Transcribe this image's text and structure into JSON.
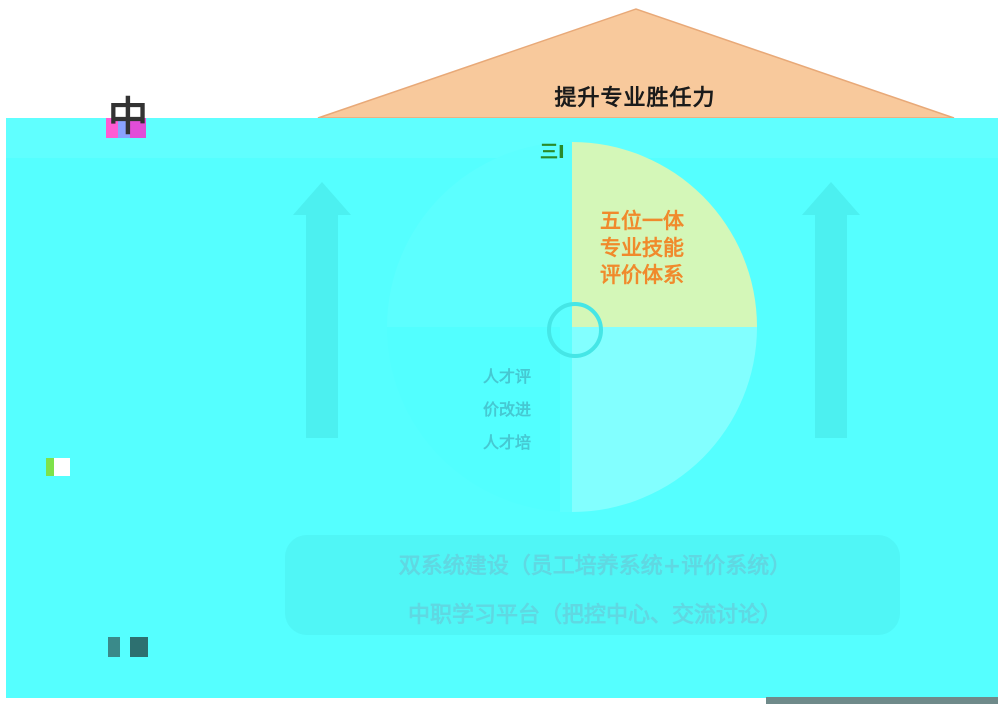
{
  "roof": {
    "title": "提升专业胜任力"
  },
  "side": {
    "glyph": "中"
  },
  "top_tab": {
    "text": "三I"
  },
  "quadrants": {
    "top_right": {
      "lines": [
        "五位一体",
        "专业技能",
        "评价体系"
      ]
    },
    "bottom_left": {
      "lines": [
        "人才评",
        "价改进",
        "人才培"
      ]
    }
  },
  "platform": {
    "line1": "双系统建设（员工培养系统+评价系统）",
    "line2": "中职学习平台（把控中心、交流讨论）"
  },
  "colors": {
    "roof": "#f8c99c",
    "cyan_band": "#55ffff",
    "quadrant_yellow": "#d4f7b8",
    "quadrant_light": "#82ffff",
    "quadrant_cyan": "#52ffff",
    "arrow": "#50eeee",
    "platform": "#52f8f8"
  }
}
